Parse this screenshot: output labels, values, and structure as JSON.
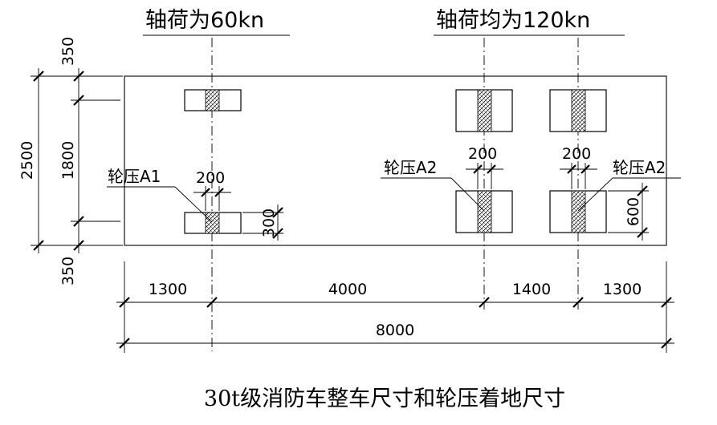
{
  "headings": {
    "axle_front": "轴荷为60kn",
    "axle_rear": "轴荷均为120kn"
  },
  "dims": {
    "w_top": "350",
    "w_total": "2500",
    "w_track": "1800",
    "w_bottom": "350",
    "tire_width_a1": "200",
    "tire_len_a1": "300",
    "tire_width_a2_left": "200",
    "tire_width_a2_right": "200",
    "tire_len_a2": "600",
    "seg1": "1300",
    "seg2": "4000",
    "seg3": "1400",
    "seg4": "1300",
    "total_len": "8000"
  },
  "labels": {
    "a1": "轮压A1",
    "a2_left": "轮压A2",
    "a2_right": "轮压A2"
  },
  "caption": "30t级消防车整车尺寸和轮压着地尺寸"
}
